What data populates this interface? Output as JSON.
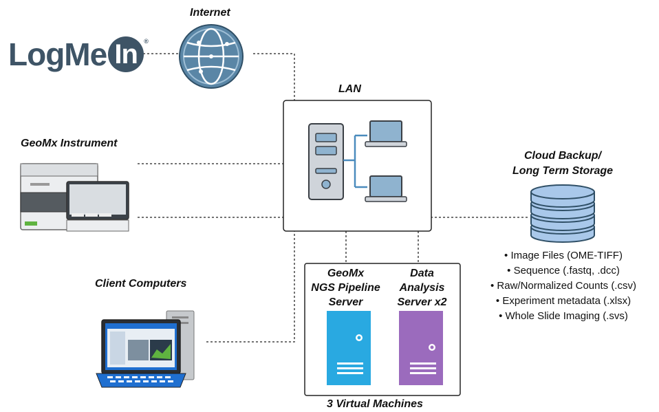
{
  "labels": {
    "internet": "Internet",
    "lan": "LAN",
    "geomx_instrument": "GeoMx Instrument",
    "client_computers": "Client Computers",
    "cloud_backup_line1": "Cloud Backup/",
    "cloud_backup_line2": "Long Term Storage",
    "virtual_machines": "3 Virtual Machines"
  },
  "logo": {
    "text": "LogMe",
    "badge": "In",
    "reg": "®"
  },
  "vm_servers": [
    {
      "line1": "GeoMx",
      "line2": "NGS Pipeline",
      "line3": "Server",
      "color": "#29a9e1"
    },
    {
      "line1": "Data",
      "line2": "Analysis",
      "line3": "Server x2",
      "color": "#9b6bbd"
    }
  ],
  "storage_items": [
    "Image Files (OME-TIFF)",
    "Sequence (.fastq, .dcc)",
    "Raw/Normalized Counts (.csv)",
    "Experiment metadata (.xlsx)",
    "Whole Slide Imaging (.svs)"
  ],
  "colors": {
    "globe": "#5a86a6",
    "database": "#a9c8ea",
    "lan_server": "#cfd4da",
    "lan_laptop": "#8fb3cf",
    "network_line": "#4a8bbd",
    "client_screen": "#1f6fd0"
  }
}
